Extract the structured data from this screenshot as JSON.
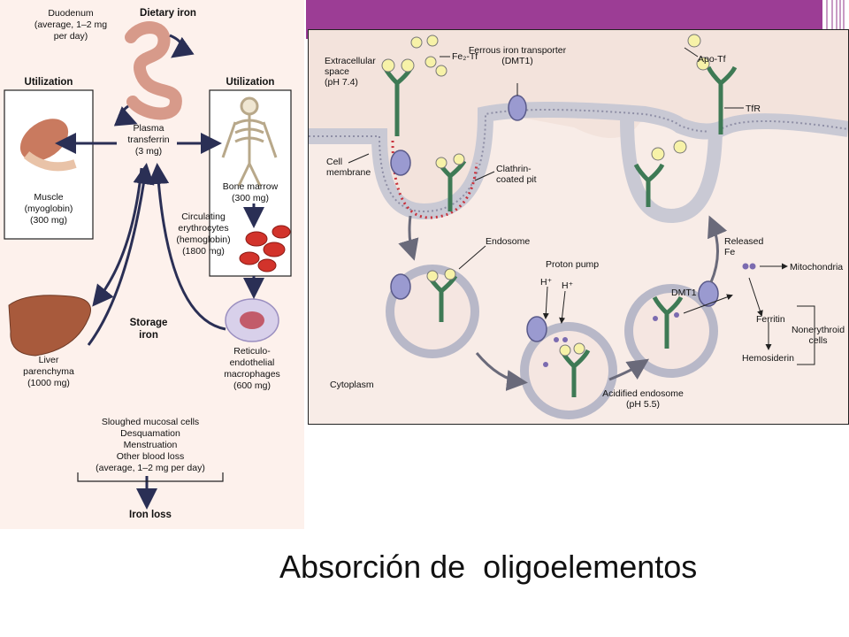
{
  "slide": {
    "title": "Absorción de  oligoelementos",
    "accent_color": "#9c3d95"
  },
  "left_diagram": {
    "duodenum": [
      "Duodenum",
      "(average, 1–2 mg",
      "per day)"
    ],
    "dietary_iron": "Dietary iron",
    "utilization_left": "Utilization",
    "utilization_right": "Utilization",
    "plasma_transferrin": [
      "Plasma",
      "transferrin",
      "(3 mg)"
    ],
    "muscle": [
      "Muscle",
      "(myoglobin)",
      "(300 mg)"
    ],
    "bone_marrow": [
      "Bone marrow",
      "(300 mg)"
    ],
    "circulating": [
      "Circulating",
      "erythrocytes",
      "(hemoglobin)",
      "(1800 mg)"
    ],
    "liver": [
      "Liver",
      "parenchyma",
      "(1000 mg)"
    ],
    "storage_iron": [
      "Storage",
      "iron"
    ],
    "macrophages": [
      "Reticulo-",
      "endothelial",
      "macrophages",
      "(600 mg)"
    ],
    "losses": [
      "Sloughed mucosal cells",
      "Desquamation",
      "Menstruation",
      "Other blood loss",
      "(average, 1–2 mg per day)"
    ],
    "iron_loss": "Iron loss"
  },
  "right_diagram": {
    "extracellular": [
      "Extracellular",
      "space",
      "(pH 7.4)"
    ],
    "fe2tf": "Fe₂-Tf",
    "dmt1_top": [
      "Ferrous iron transporter",
      "(DMT1)"
    ],
    "apo_tf": "Apo-Tf",
    "tfr": "TfR",
    "cell_membrane": [
      "Cell",
      "membrane"
    ],
    "clathrin": [
      "Clathrin-",
      "coated pit"
    ],
    "endosome": "Endosome",
    "proton_pump": "Proton pump",
    "h_plus_1": "H⁺",
    "h_plus_2": "H⁺",
    "released_fe": [
      "Released",
      "Fe"
    ],
    "mitochondria": "Mitochondria",
    "dmt1": "DMT1",
    "ferritin": "Ferritin",
    "nonerythroid": [
      "Nonerythroid",
      "cells"
    ],
    "hemosiderin": "Hemosiderin",
    "cytoplasm": "Cytoplasm",
    "acidified": [
      "Acidified endosome",
      "(pH 5.5)"
    ]
  }
}
